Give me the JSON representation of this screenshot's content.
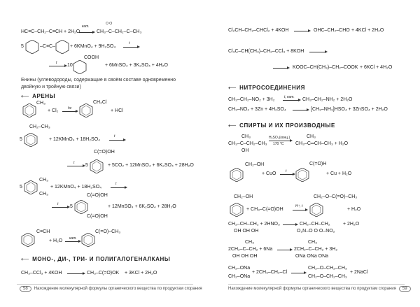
{
  "left": {
    "eq1": {
      "lhs": "HC≡C–CH₂–C≡CH + 2H₂O",
      "cond": "кат.",
      "rhs": "CH₃–C–CH₂–C–CH₃",
      "oxo": "O      O"
    },
    "eq2": {
      "coef": "5",
      "mid": "–C≡C–",
      "rhs": "+ 6KMnO₄ + 9H₂SO₄",
      "cond": "t"
    },
    "eq3": {
      "cond": "t",
      "coef": "10",
      "sub": "COOH",
      "rhs": "+ 6MnSO₄ + 3K₂SO₄ + 4H₂O"
    },
    "note": "Енины (углеводороды, содержащие в своём составе одновременно двойную и тройную связи)",
    "section_arenes": "АРЕНЫ",
    "eq4": {
      "sub1": "CH₃",
      "mid": "+ Cl₂",
      "cond": "hν",
      "sub2": "CH₂Cl",
      "rhs": "+ HCl"
    },
    "eq5": {
      "sub": "CH₂–CH₃",
      "coef": "5",
      "rhs": "+ 12KMnO₄ + 18H₂SO₄",
      "cond": "t"
    },
    "eq6": {
      "cond": "t",
      "coef": "5",
      "sub": "C(=O)OH",
      "rhs": "+ 5CO₂ + 12MnSO₄ + 6K₂SO₄ + 28H₂O"
    },
    "eq7": {
      "coef": "5",
      "sub1": "CH₃",
      "sub2": "CH₃",
      "rhs": "+ 12KMnO₄ + 18H₂SO₄",
      "cond": "t"
    },
    "eq8": {
      "cond": "t",
      "coef": "5",
      "sub1": "C(=O)OH",
      "sub2": "C(=O)OH",
      "rhs": "+ 12MnSO₄ + 6K₂SO₄ + 28H₂O"
    },
    "eq9": {
      "sub1": "C≡CH",
      "mid": "+ H₂O",
      "cond": "кат.",
      "sub2": "C(=O)–CH₃"
    },
    "section_halo": "МОНО-, ДИ-, ТРИ- И ПОЛИГАЛОГЕНАЛКАНЫ",
    "eq10": {
      "lhs": "CH₃–CCl₃ + 4KOH",
      "rhs": "CH₃–C(=O)OK",
      "tail": "+ 3KCl + 2H₂O"
    },
    "page_number": "58",
    "footer": "Нахождение молекулярной формулы органического вещества по продуктам сгорания"
  },
  "right": {
    "eq1": {
      "lhs": "Cl₂CH–CH₂–CHCl₂ + 4KOH",
      "rhs": "OHC–CH₂–CHO",
      "tail": "+ 4KCl + 2H₂O"
    },
    "eq2": {
      "lhs": "Cl₃C–CH(CH₃)–CH₂–CCl₃ + 8KOH"
    },
    "eq3": {
      "rhs": "KOOC–CH(CH₃)–CH₂–COOK",
      "tail": "+ 6KCl + 4H₂O"
    },
    "section_nitro": "НИТРОСОЕДИНЕНИЯ",
    "eq4": {
      "lhs": "CH₃–CH₂–NO₂ + 3H₂",
      "cond": "t, кат.",
      "rhs": "CH₃–CH₂–NH₂ + 2H₂O"
    },
    "eq5": {
      "lhs": "CH₃–NO₂ + 3Zn + 4H₂SO₄",
      "rhs": "[CH₃–NH₃]HSO₄ + 3ZnSO₄ + 2H₂O"
    },
    "section_alcohols": "СПИРТЫ И ИХ ПРОИЗВОДНЫЕ",
    "eq6": {
      "top": "CH₃",
      "lhs": "CH₃–C–CH₂–CH₃",
      "bottom": "OH",
      "cond1": "H₂SO₄(конц.)",
      "cond2": "170 °C",
      "rtop": "CH₃",
      "rhs": "CH₃–C═CH–CH₃ + H₂O"
    },
    "eq7": {
      "sub1": "CH₂–OH",
      "mid": "+ CuO",
      "cond": "t",
      "sub2": "C(=O)H",
      "rhs": "+ Cu + H₂O"
    },
    "eq8": {
      "sub1": "CH₂–OH",
      "mid": "+ CH₃–C(=O)OH",
      "cond": "H⁺, t",
      "sub2": "CH₂–O–C(=O)–CH₃",
      "rhs": "+ H₂O"
    },
    "eq9": {
      "lhs": "CH₂–CH–CH₂ + 2HNO₃",
      "lbot": "OH  OH  OH",
      "rhs": "CH₂–CH–CH₂",
      "rbot": "O₂N–O   O   O–NO₂",
      "tail": "+ 2H₂O"
    },
    "eq10": {
      "top": "CH₃",
      "lhs": "2CH₂–C–CH₂ + 6Na",
      "lbot": "OH  OH  OH",
      "rhs": "2CH₂–C–CH₂ + 3H₂",
      "rbot": "ONa ONa ONa"
    },
    "eq11": {
      "l1": "CH₂–ONa",
      "l2": "CH₂–ONa",
      "mid": "+ 2CH₃–CH₂–Cl",
      "r1": "CH₂–O–CH₂–CH₃",
      "r2": "CH₂–O–CH₂–CH₃",
      "tail": "+ 2NaCl"
    },
    "page_number": "59",
    "footer": "Нахождение молекулярной формулы органического вещества по продуктам сгорания"
  }
}
